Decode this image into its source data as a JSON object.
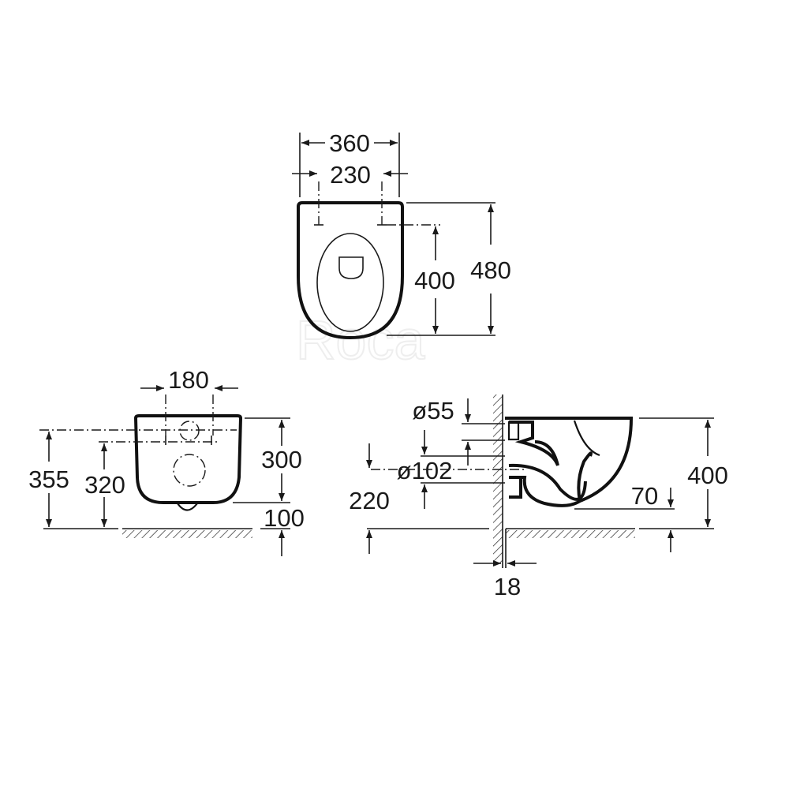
{
  "watermark": "Roca",
  "top_view": {
    "width_overall": "360",
    "fixing_spacing": "230",
    "fixing_to_front": "400",
    "depth_overall": "480"
  },
  "front_view": {
    "fixing_spacing": "180",
    "top_height": "355",
    "fixing_height": "320",
    "body_height": "300",
    "bottom_clearance": "100"
  },
  "side_view": {
    "inlet_diameter": "ø55",
    "outlet_diameter": "ø102",
    "outlet_height": "220",
    "bowl_height": "400",
    "water_level": "70",
    "wall_offset": "18"
  }
}
